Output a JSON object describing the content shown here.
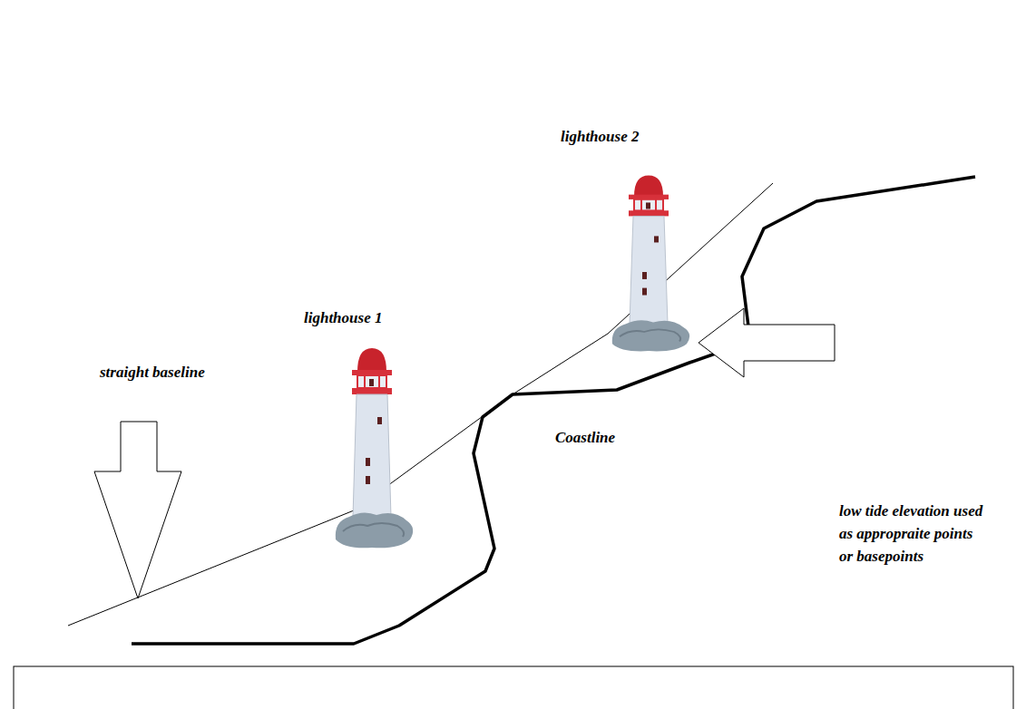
{
  "diagram": {
    "labels": [
      "lighthouse 2",
      "lighthouse 1",
      "straight baseline",
      "low tide elevation used as appropraite points or basepoints",
      "Coastline"
    ]
  }
}
